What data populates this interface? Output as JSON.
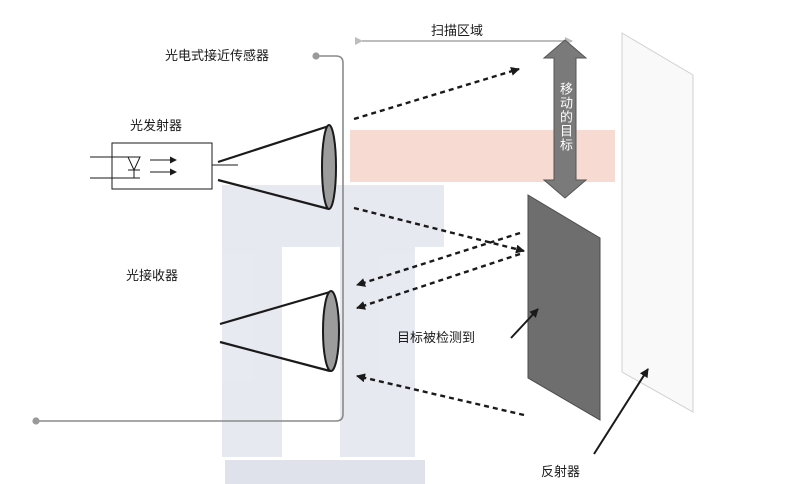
{
  "diagram": {
    "labels": {
      "sensor": "光电式接近传感器",
      "emitter": "光发射器",
      "receiver": "光接收器",
      "scan_area": "扫描区域",
      "moving_target": "移动的目标",
      "target_detected": "目标被检测到",
      "reflector": "反射器"
    },
    "colors": {
      "wire": "#8a8a8a",
      "arrow": "#1a1a1a",
      "target_face": "#6e6e6e",
      "reflector_fill": "#f8f8f8",
      "scan_band": "#f3c8bc",
      "watermark": "#cfd3e0"
    }
  }
}
